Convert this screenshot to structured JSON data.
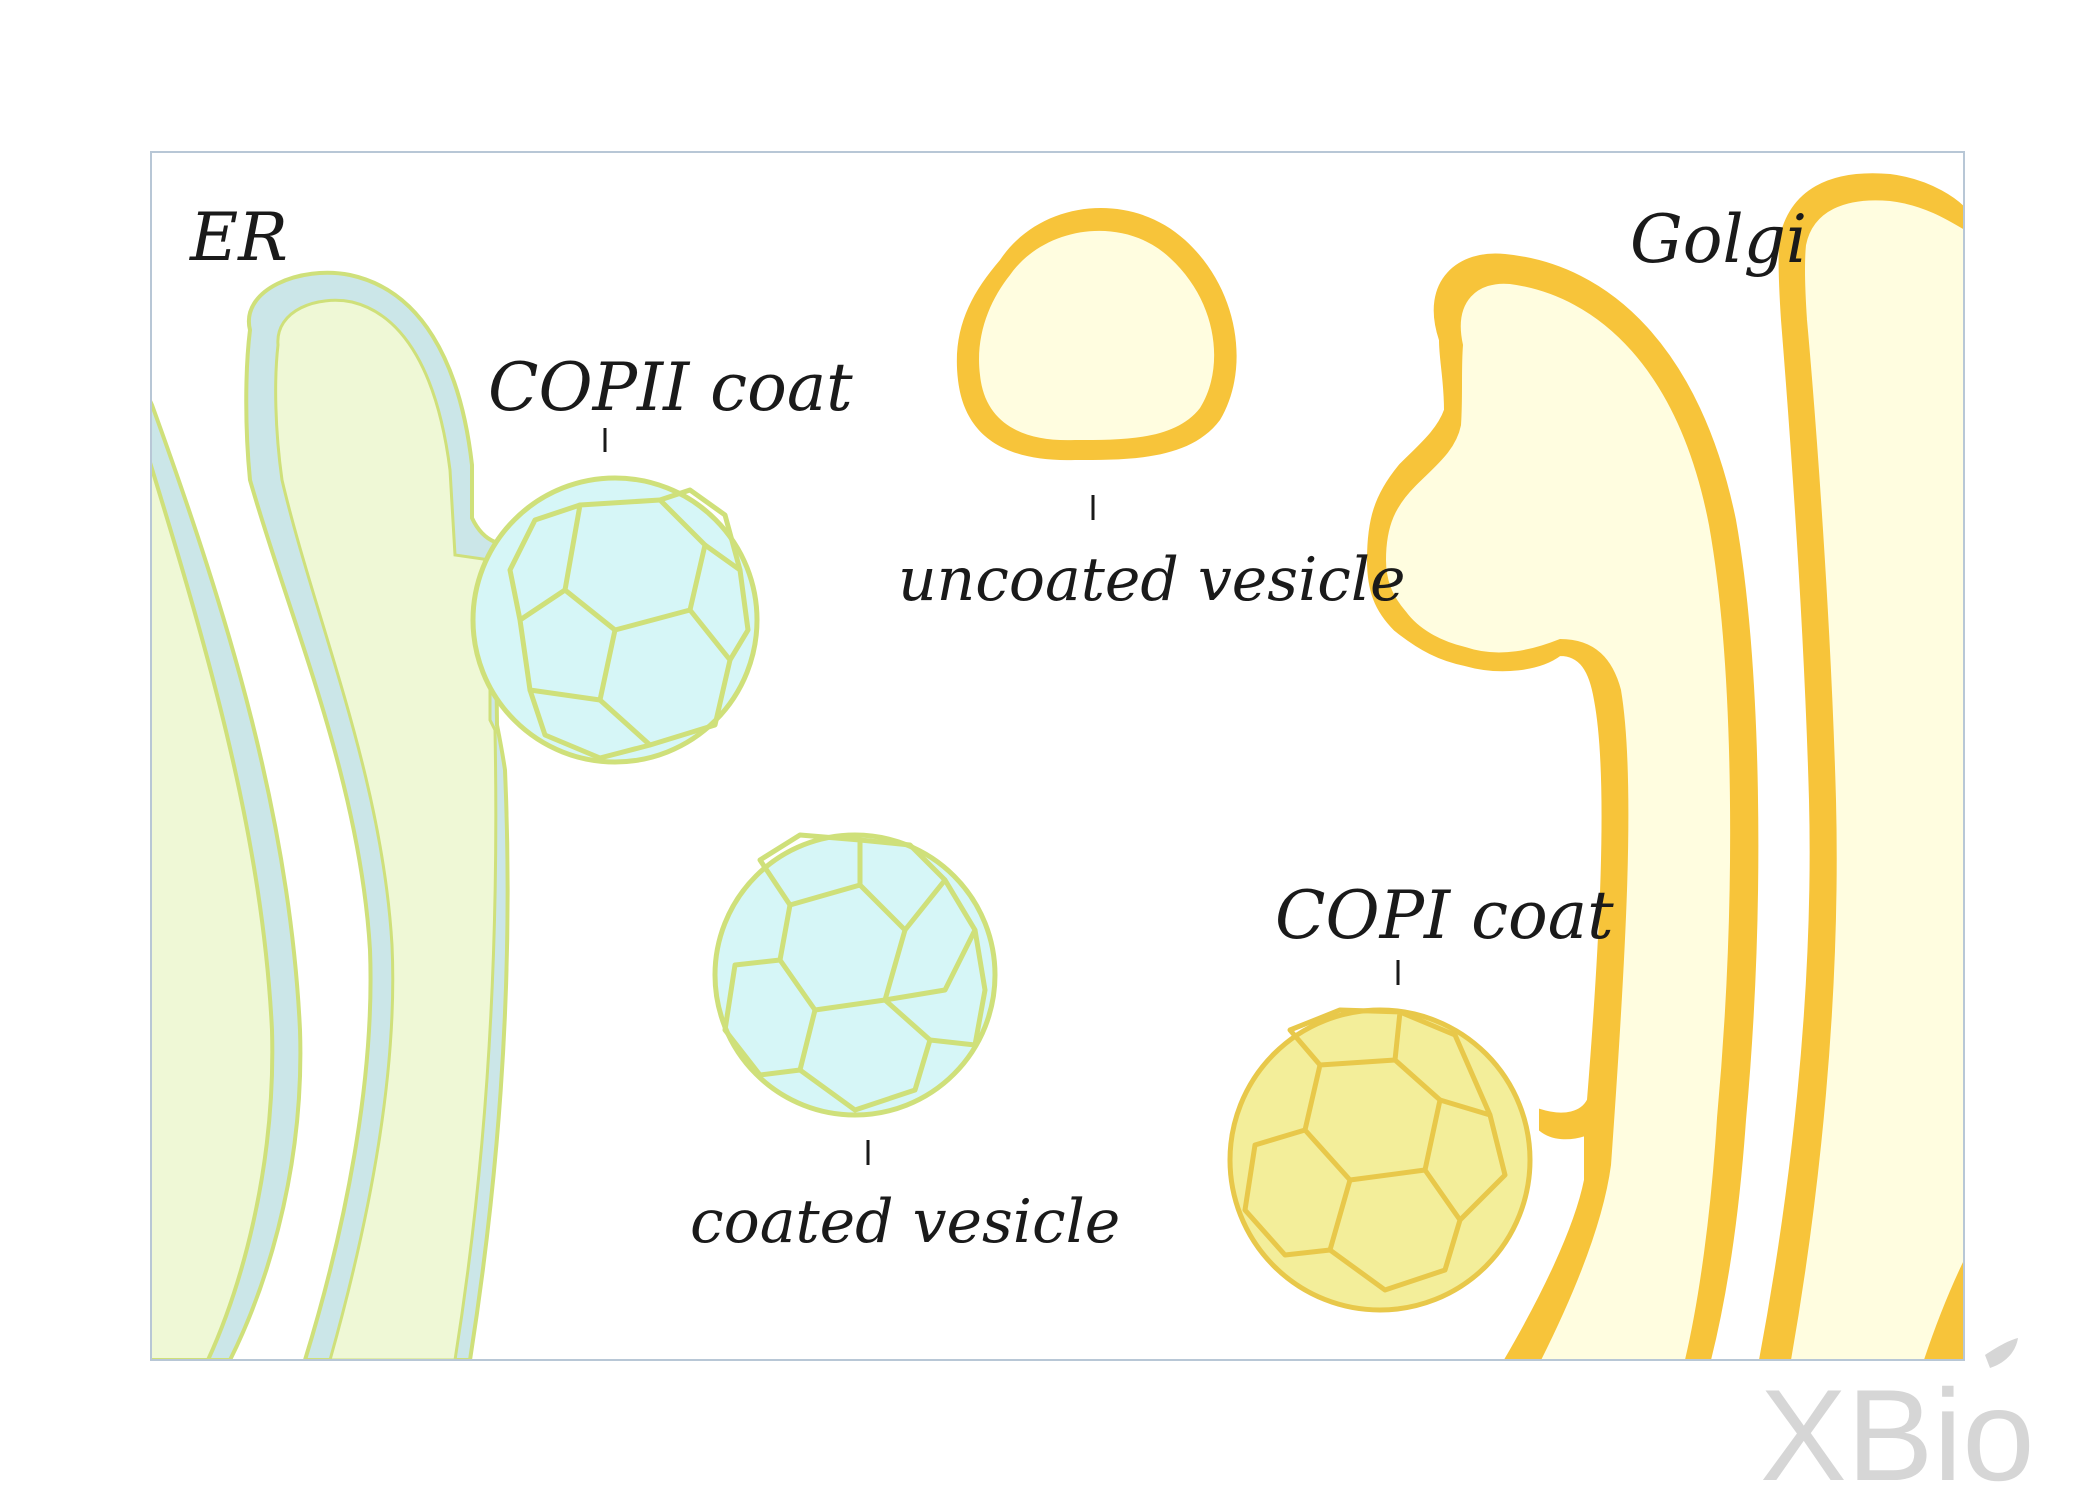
{
  "labels": {
    "er": "ER",
    "golgi": "Golgi",
    "copii_coat": "COPII coat",
    "uncoated_vesicle": "uncoated vesicle",
    "coated_vesicle": "coated vesicle",
    "copi_coat": "COPI coat"
  },
  "watermark": {
    "text": "XBio"
  },
  "colors": {
    "er_fill": "#eff8d6",
    "er_outline": "#cfe07a",
    "er_lumen_band": "#cbe6e8",
    "copii_fill": "#d6f6f7",
    "copii_lattice": "#cfe07a",
    "golgi_fill": "#fffde0",
    "golgi_outline": "#f7c43a",
    "copi_fill": "#f3ee9a",
    "copi_lattice": "#e8c84a",
    "frame": "#b8c7d6"
  }
}
